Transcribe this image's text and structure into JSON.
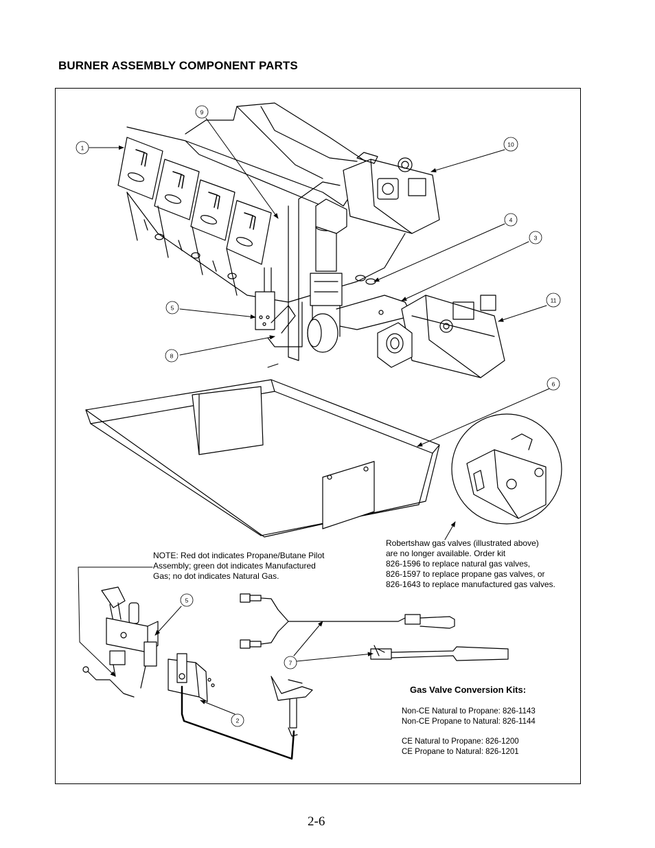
{
  "title": "BURNER ASSEMBLY COMPONENT PARTS",
  "callouts": {
    "c1": "1",
    "c2": "2",
    "c3": "3",
    "c4": "4",
    "c5a": "5",
    "c5b": "5",
    "c6": "6",
    "c7": "7",
    "c8": "8",
    "c9": "9",
    "c10": "10",
    "c11": "11"
  },
  "pilot_note": {
    "lines": [
      "NOTE:  Red dot indicates Propane/Butane Pilot",
      "Assembly; green dot indicates Manufactured",
      "Gas; no dot indicates Natural Gas."
    ]
  },
  "robertshaw_note": {
    "lines": [
      "Robertshaw gas valves (illustrated above)",
      "are no longer available.  Order kit",
      "826-1596 to replace natural gas valves,",
      "826-1597 to replace propane gas valves, or",
      "826-1643 to replace manufactured gas valves."
    ]
  },
  "conversion_kits": {
    "heading": "Gas Valve Conversion Kits:",
    "non_ce_natural_to_propane": "Non-CE Natural to Propane:  826-1143",
    "non_ce_propane_to_natural": "Non-CE Propane to Natural:  826-1144",
    "ce_natural_to_propane": "CE Natural to Propane:  826-1200",
    "ce_propane_to_natural": "CE Propane to Natural:  826-1201"
  },
  "page_number": "2-6"
}
